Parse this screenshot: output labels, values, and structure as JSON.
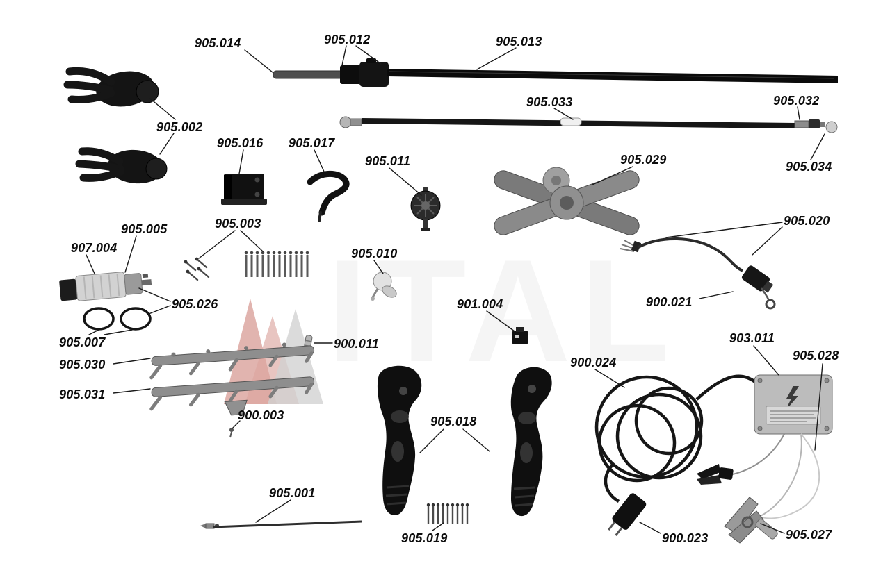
{
  "diagram": {
    "watermark": "ITAL",
    "watermark_color": "#b23b2e",
    "labels": [
      {
        "part": "905.014"
      },
      {
        "part": "905.012"
      },
      {
        "part": "905.013"
      },
      {
        "part": "905.033"
      },
      {
        "part": "905.032"
      },
      {
        "part": "905.002"
      },
      {
        "part": "905.016"
      },
      {
        "part": "905.017"
      },
      {
        "part": "905.011"
      },
      {
        "part": "905.029"
      },
      {
        "part": "905.034"
      },
      {
        "part": "905.005"
      },
      {
        "part": "905.003"
      },
      {
        "part": "907.004"
      },
      {
        "part": "905.010"
      },
      {
        "part": "905.020"
      },
      {
        "part": "905.026"
      },
      {
        "part": "901.004"
      },
      {
        "part": "900.021"
      },
      {
        "part": "905.007"
      },
      {
        "part": "900.011"
      },
      {
        "part": "903.011"
      },
      {
        "part": "905.028"
      },
      {
        "part": "905.030"
      },
      {
        "part": "900.024"
      },
      {
        "part": "905.031"
      },
      {
        "part": "900.003"
      },
      {
        "part": "905.018"
      },
      {
        "part": "905.001"
      },
      {
        "part": "905.019"
      },
      {
        "part": "900.023"
      },
      {
        "part": "905.027"
      }
    ]
  }
}
